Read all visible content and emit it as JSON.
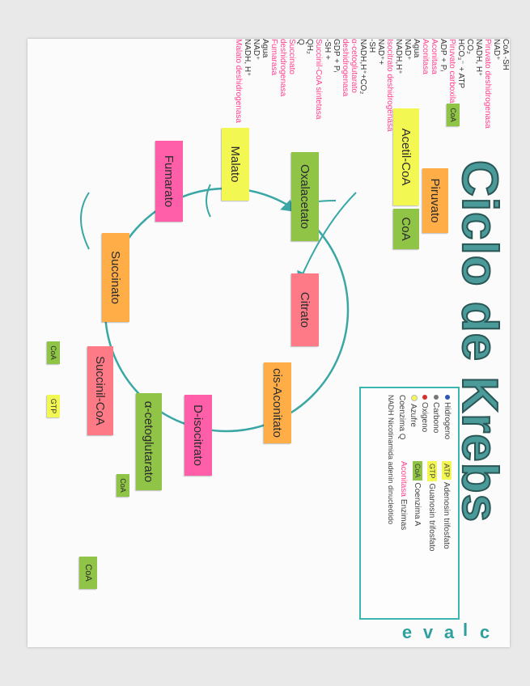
{
  "title": "Ciclo de Krebs",
  "key_letters": [
    "c",
    "l",
    "a",
    "v",
    "e"
  ],
  "legend": {
    "hidrogeno": "Hidrogeno",
    "carbono": "Carbono",
    "oxigeno": "Oxigeno",
    "azufre": "Azufre",
    "coenzima_q": "Coenzima Q",
    "nadh": "NADH Nicotinamida adenin dinucleótido",
    "atp_tag": "ATP",
    "atp_text": "Adenosin trifosfato",
    "gtp_tag": "GTP",
    "gtp_text": "Guanosin trifosfato",
    "coa_tag": "CoA",
    "coa_text": "Coenzima A",
    "enz_tag": "Aconitasa",
    "enz_text": "Enzimas",
    "colors": {
      "hidrogeno": "#2f55b5",
      "carbono": "#777777",
      "oxigeno": "#d43030",
      "azufre": "#f2f751"
    }
  },
  "boxes": {
    "piruvato": "Piruvato",
    "acetil": "Acetil-CoA",
    "coa": "CoA",
    "citrato": "Citrato",
    "cis": "cis-Aconitato",
    "iso": "D-isocitrato",
    "ceto": "α-cetoglutarato",
    "succoa": "Succinil-CoA",
    "succinato": "Succinato",
    "fumarato": "Fumarato",
    "malato": "Malato",
    "oxal": "Oxalacetato",
    "coa_small1": "CoA",
    "coa_small2": "CoA",
    "coa_small3": "CoA",
    "coa_small4": "CoA"
  },
  "labels": {
    "coa_sh": "CoA -SH",
    "nad_top": "NAD⁺",
    "pir_desh": "Piruvato deshidrogenasa",
    "nadh_top": "NADH, H⁺",
    "co2_top": "CO₂",
    "hco3": "HCO₃⁻ + ATP",
    "pir_carb": "Piruvato carboxilasa",
    "adp": "ADP + Pᵢ",
    "aconitasa1": "Aconitasa",
    "aconitasa2": "Aconitasa",
    "agua1": "Agua",
    "nad_iso": "NAD⁺",
    "nadh_iso": "NADH,H⁺",
    "iso_desh": "Isocitrato deshidrogenasa",
    "nad_ceto": "NAD⁺+",
    "coa_sh2": "-SH",
    "nadh_ceto": "NADH,H⁺+CO₂",
    "ceto_desh1": "α-cetoglutarato",
    "ceto_desh2": "deshidrogenasa",
    "gdp": "GDP + Pᵢ",
    "gtp": "GTP",
    "sh_plus": "-SH +",
    "succ_cs": "Succinil-CoA sintetasa",
    "qh2": "QH₂",
    "q": "Q",
    "succ_desh1": "Succinato",
    "succ_desh2": "deshidrogenasa",
    "fumarasa": "Fumarasa",
    "agua2": "Agua",
    "nad_mal": "NAD⁺",
    "nadh_mal": "NADH, H⁺",
    "mal_desh": "Malato deshidrogenasa"
  }
}
